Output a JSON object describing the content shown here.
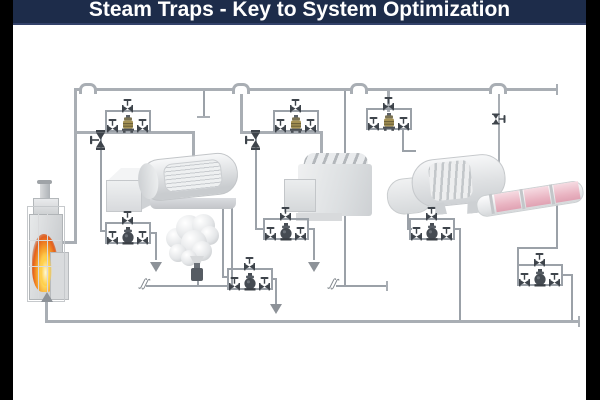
{
  "window": {
    "title": "Steam Traps - Key to System Optimization"
  },
  "theme": {
    "title_bar_bg": "#1d2c4a",
    "title_text": "#ffffff",
    "letterbox": "#000000",
    "canvas": "#ffffff",
    "pipe_gray": "#a9aeb4",
    "valve_dark": "#3e444b",
    "trap_gold": "#a59255",
    "trap_dark": "#454b52",
    "flame_orange": "#f6a02a",
    "flame_yellow": "#ffd95e",
    "trace_pink": "#e9b3c1",
    "arrow_gray": "#8d9298"
  },
  "diagram": {
    "pipe_break_glyph": "∬",
    "equipment": [
      "fired-boiler-with-flame",
      "shell-and-tube-heat-exchanger",
      "finned-process-unit",
      "rotary-cylinder-unit",
      "steam-traced-pipe"
    ],
    "trap_station_count": 8,
    "steam_vent_cloud": true,
    "condensate_return_to_boiler": true
  }
}
